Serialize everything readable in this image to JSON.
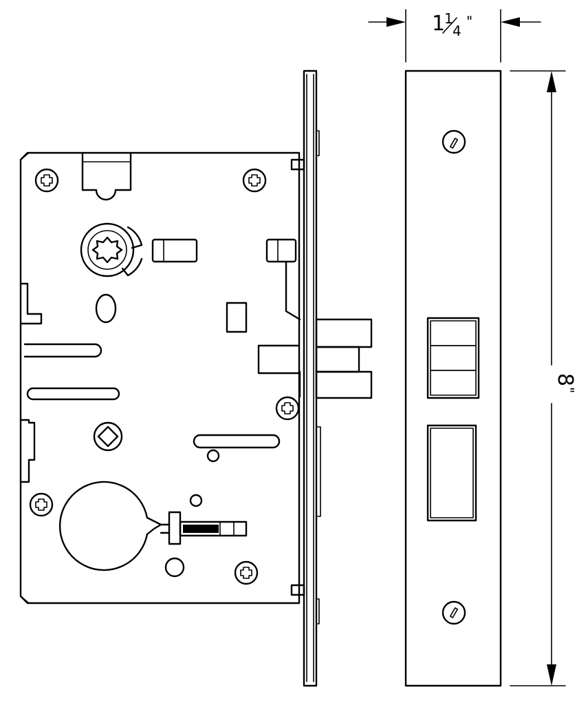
{
  "dimensions": {
    "width_label": {
      "whole": "1",
      "numerator": "1",
      "denominator": "4",
      "unit": "\""
    },
    "height_label": {
      "value": "8",
      "unit": "\""
    }
  },
  "colors": {
    "line": "#000000",
    "background": "#ffffff"
  }
}
